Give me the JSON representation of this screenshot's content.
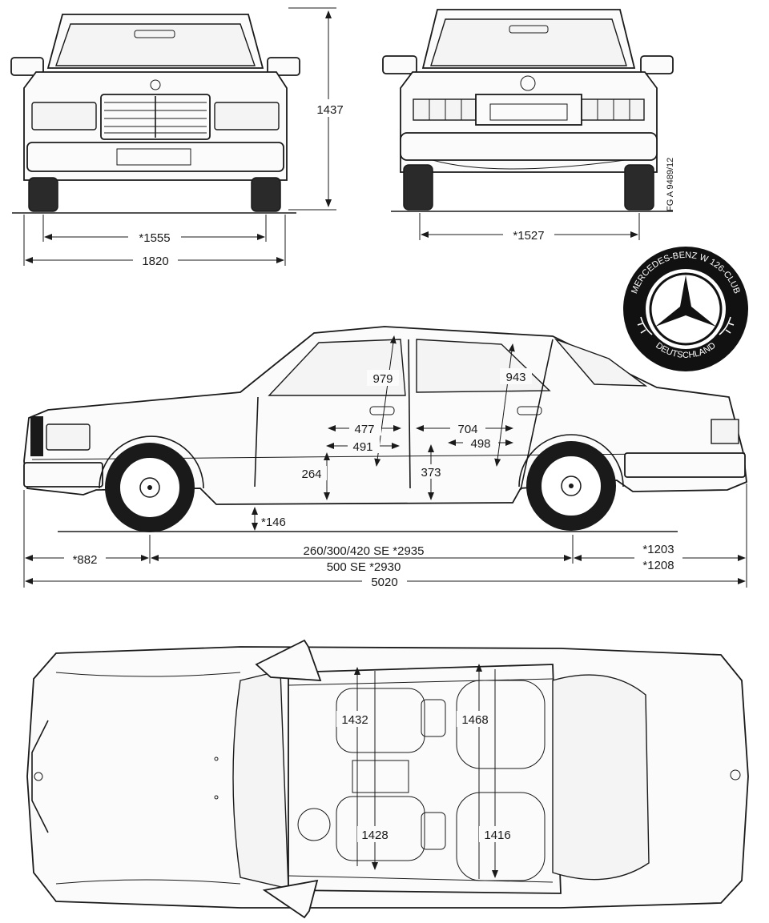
{
  "front_view": {
    "height": "1437",
    "track": "*1555",
    "width": "1820"
  },
  "rear_view": {
    "track": "*1527",
    "drawing_ref": "FG A 9489/12"
  },
  "club_badge": {
    "text_top": "MERCEDES-BENZ W 126-CLUB",
    "text_bottom": "DEUTSCHLAND"
  },
  "side_view": {
    "front_headroom": "979",
    "rear_headroom": "943",
    "front_legroom_a": "477",
    "front_legroom_b": "491",
    "rear_legroom_a": "704",
    "rear_legroom_b": "498",
    "front_seat_height": "264",
    "rear_seat_height": "373",
    "ground_clearance": "*146",
    "front_overhang": "*882",
    "wheelbase_1": "260/300/420 SE *2935",
    "wheelbase_2": "500 SE *2930",
    "rear_overhang_1": "*1203",
    "rear_overhang_2": "*1208",
    "length": "5020"
  },
  "top_view": {
    "front_shoulder": "1432",
    "rear_shoulder": "1468",
    "front_hip": "1428",
    "rear_hip": "1416"
  }
}
